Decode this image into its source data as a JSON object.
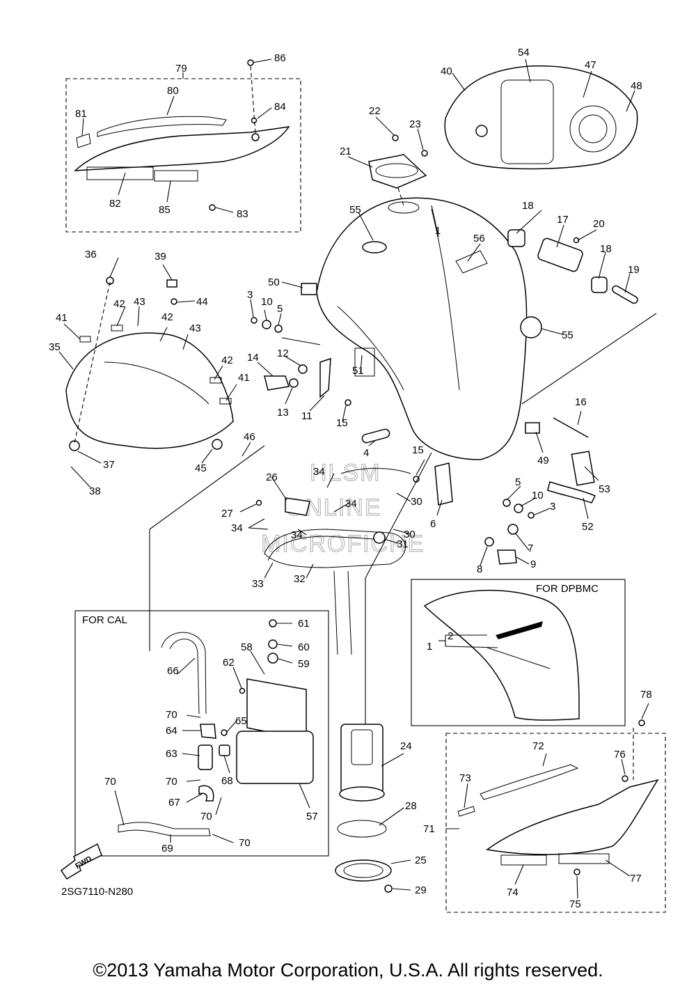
{
  "diagram": {
    "code": "2SG7110-N280",
    "copyright": "©2013 Yamaha Motor Corporation, U.S.A. All rights reserved.",
    "watermark": [
      "HLSM",
      "ONLINE",
      "MICROFICHE"
    ],
    "fwd_label": "FWD",
    "boxes": {
      "cal": "FOR CAL",
      "dpbmc": "FOR DPBMC"
    },
    "callouts": [
      "1",
      "2",
      "3",
      "4",
      "5",
      "6",
      "7",
      "8",
      "9",
      "10",
      "11",
      "12",
      "13",
      "14",
      "15",
      "16",
      "17",
      "18",
      "19",
      "20",
      "21",
      "22",
      "23",
      "24",
      "25",
      "26",
      "27",
      "28",
      "29",
      "30",
      "31",
      "32",
      "33",
      "34",
      "35",
      "36",
      "37",
      "38",
      "39",
      "40",
      "41",
      "42",
      "43",
      "44",
      "45",
      "46",
      "47",
      "48",
      "49",
      "50",
      "51",
      "52",
      "53",
      "54",
      "55",
      "56",
      "57",
      "58",
      "59",
      "60",
      "61",
      "62",
      "63",
      "64",
      "65",
      "66",
      "67",
      "68",
      "69",
      "70",
      "71",
      "72",
      "73",
      "74",
      "75",
      "76",
      "77",
      "78",
      "79",
      "80",
      "81",
      "82",
      "83",
      "84",
      "85",
      "86"
    ]
  }
}
